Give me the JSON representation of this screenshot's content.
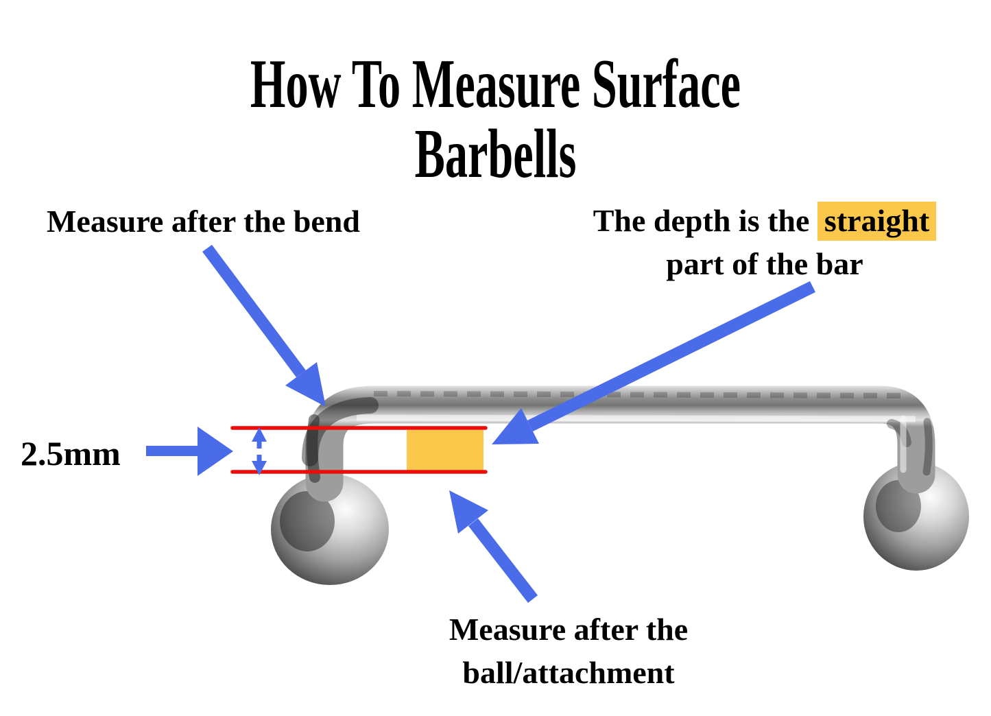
{
  "title": "How To Measure Surface Barbells",
  "labels": {
    "bend": "Measure after the bend",
    "depth_prefix": "The depth is the ",
    "depth_highlight": "straight",
    "depth_line2": "part of the bar",
    "size": "2.5mm",
    "ball_line1": "Measure after the",
    "ball_line2": "ball/attachment"
  },
  "colors": {
    "arrow_blue": "#4a6ce8",
    "highlight_amber": "#fbc84c",
    "measure_red": "#ee0b0b",
    "background": "#ffffff",
    "text": "#000000"
  }
}
